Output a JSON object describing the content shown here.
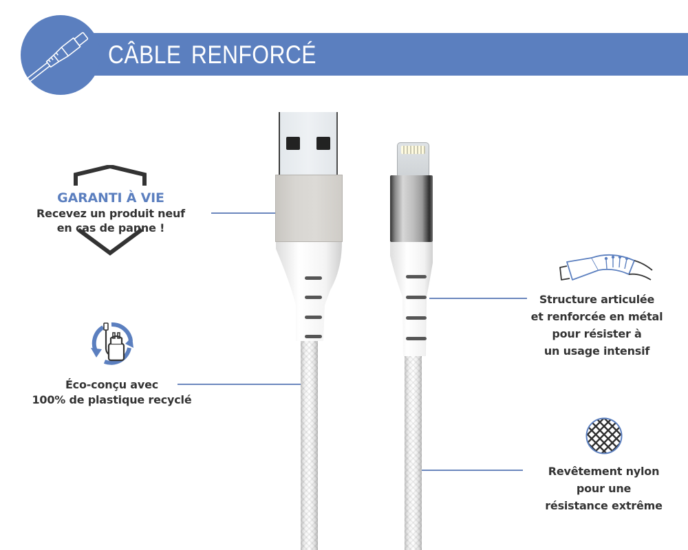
{
  "header": {
    "title": "CÂBLE RENFORCÉ",
    "icon": "cable-plug-icon"
  },
  "features": {
    "warranty": {
      "title": "GARANTI À VIE",
      "lines": [
        "Recevez un produit neuf",
        "en cas de panne !"
      ],
      "icon": "shield-icon"
    },
    "eco": {
      "lines": [
        "Éco-conçu avec",
        "100% de plastique recyclé"
      ],
      "icon": "recycle-charger-icon"
    },
    "structure": {
      "lines": [
        "Structure articulée",
        "et renforcée en métal",
        "pour résister à",
        "un usage intensif"
      ],
      "icon": "articulated-cable-icon"
    },
    "nylon": {
      "lines": [
        "Revêtement nylon",
        "pour une",
        "résistance extrême"
      ],
      "icon": "nylon-mesh-icon"
    }
  },
  "product": {
    "connectors": [
      "USB-A",
      "Lightning"
    ]
  },
  "colors": {
    "accent": "#5b7fbf",
    "text": "#333333",
    "background": "#ffffff"
  }
}
